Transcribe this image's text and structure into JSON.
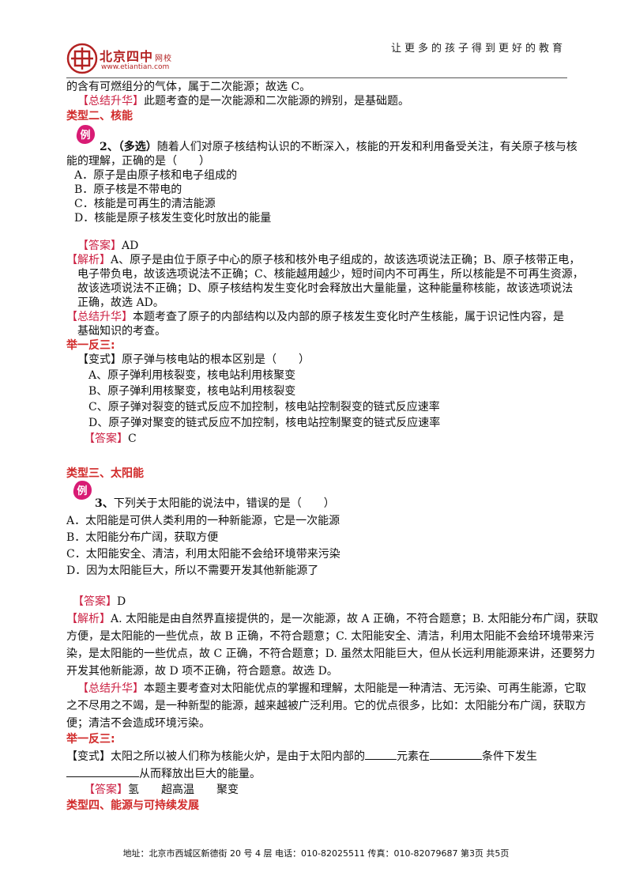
{
  "header": {
    "brand": "北京四中",
    "brand_sub": "网校",
    "site": "www.etiantian.com",
    "slogan": "让更多的孩子得到更好的教育"
  },
  "badge_char": "例",
  "content": {
    "prev_tail": "的含有可燃组分的气体，属于二次能源；故选 C。",
    "prev_summary_label": "【总结升华】",
    "prev_summary": "此题考查的是一次能源和二次能源的辨别，是基础题。",
    "type2_title": "类型二、核能",
    "q2": {
      "num": "2、",
      "tag": "（多选）",
      "stem1": "随着人们对原子核结构认识的不断深入，核能的开发和利用备受关注，有关原子核与核",
      "stem2": "能的理解，正确的是（　　）",
      "options": [
        "A．原子是由原子核和电子组成的",
        "B．原子核是不带电的",
        "C．核能是可再生的清洁能源",
        "D．核能是原子核发生变化时放出的能量"
      ],
      "answer_label": "【答案】",
      "answer": "AD",
      "analysis_label": "【解析】",
      "analysis": [
        "A、原子是由位于原子中心的原子核和核外电子组成的，故该选项说法正确；B、原子核带正电，",
        "电子带负电，故该选项说法不正确；C、核能越用越少，短时间内不可再生，所以核能是不可再生资源，",
        "故该选项说法不正确；D、原子核结构发生变化时会释放出大量能量，这种能量称核能，故该选项说法",
        "正确，故选 AD。"
      ],
      "summary_label": "【总结升华】",
      "summary": [
        "本题考查了原子的内部结构以及内部的原子核发生变化时产生核能，属于识记性内容，是",
        "基础知识的考查。"
      ]
    },
    "ex_label": "举一反三:",
    "v2": {
      "label": "【变式】",
      "stem": "原子弹与核电站的根本区别是（　　）",
      "options": [
        "A、原子弹利用核裂变，核电站利用核聚变",
        "B、原子弹利用核聚变，核电站利用核裂变",
        "C、原子弹对裂变的链式反应不加控制，核电站控制裂变的链式反应速率",
        "D、原子弹对聚变的链式反应不加控制，核电站控制聚变的链式反应速率"
      ],
      "answer_label": "【答案】",
      "answer": "C"
    },
    "type3_title": "类型三、太阳能",
    "q3": {
      "num": "3、",
      "stem": "下列关于太阳能的说法中，错误的是（　　）",
      "options": [
        "A．太阳能是可供人类利用的一种新能源，它是一次能源",
        "B．太阳能分布广阔，获取方便",
        "C．太阳能安全、清洁，利用太阳能不会给环境带来污染",
        "D．因为太阳能巨大，所以不需要开发其他新能源了"
      ],
      "answer_label": "【答案】",
      "answer": "D",
      "analysis_label": "【解析】",
      "analysis": [
        "A. 太阳能是由自然界直接提供的，是一次能源，故 A 正确，不符合题意；B. 太阳能分布广阔，获取",
        "方便，是太阳能的一些优点，故 B 正确，不符合题意；C. 太阳能安全、清洁，利用太阳能不会给环境带来污",
        "染，是太阳能的一些优点，故 C 正确，不符合题意；D. 虽然太阳能巨大，但从长远利用能源来讲，还要努力",
        "开发其他新能源，故 D 项不正确，符合题意。故选 D。"
      ],
      "summary_label": "【总结升华】",
      "summary": [
        "本题主要考查对太阳能优点的掌握和理解，太阳能是一种清洁、无污染、可再生能源，它取",
        "之不尽用之不竭，是一种新型的能源，越来越被广泛利用。它的优点很多，比如：太阳能分布广阔，获取方",
        "便；清洁不会造成环境污染。"
      ]
    },
    "v3": {
      "label": "【变式】",
      "part1": "太阳之所以被人们称为核能火炉，是由于太阳内部的",
      "part2": "元素在",
      "part3": "条件下发生",
      "part4": "从而释放出巨大的能量。",
      "answer_label": "【答案】",
      "answer": "氢　　超高温　　聚变"
    },
    "type4_title": "类型四、能源与可持续发展"
  },
  "footer": {
    "text": "地址：北京市西城区新德街 20 号 4 层  电话：010-82025511  传真：010-82079687   第3页  共5页"
  },
  "colors": {
    "accent": "#d12a2a",
    "label": "#cc2244",
    "badge": "#d81b74"
  }
}
